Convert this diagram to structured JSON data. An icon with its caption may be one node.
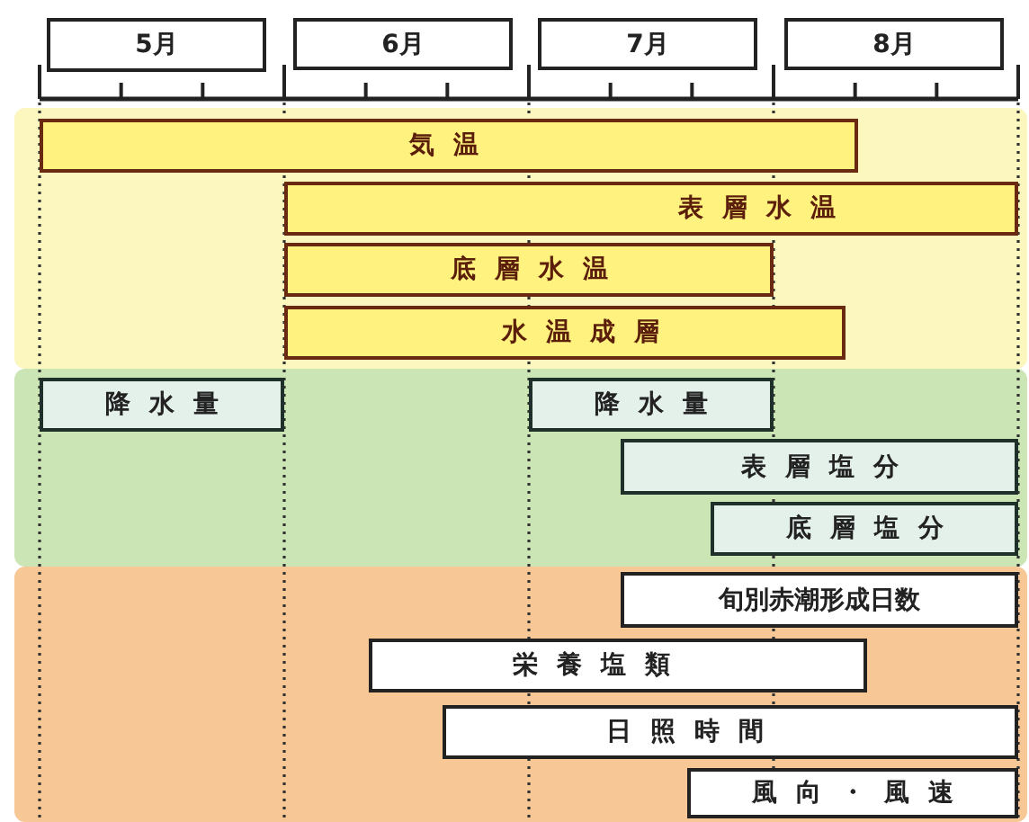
{
  "diagram": {
    "nodes": [
      {
        "text": [
          "5月"
        ]
      },
      {
        "text": [
          "6月"
        ]
      },
      {
        "text": [
          "7月"
        ]
      },
      {
        "text": [
          "8月"
        ]
      },
      {
        "text": [
          "気温"
        ]
      },
      {
        "text": [
          "表層水温"
        ]
      },
      {
        "text": [
          "底層水温"
        ]
      },
      {
        "text": [
          "水温成層"
        ]
      },
      {
        "text": [
          "降水量"
        ]
      },
      {
        "text": [
          "降水量"
        ]
      },
      {
        "text": [
          "表層塩分"
        ]
      },
      {
        "text": [
          "底層塩分"
        ]
      },
      {
        "text": [
          "旬別赤潮形成日数"
        ]
      },
      {
        "text": [
          "栄養塩類"
        ]
      },
      {
        "text": [
          "日照時間"
        ]
      },
      {
        "text": [
          "風向・風速"
        ]
      }
    ]
  }
}
